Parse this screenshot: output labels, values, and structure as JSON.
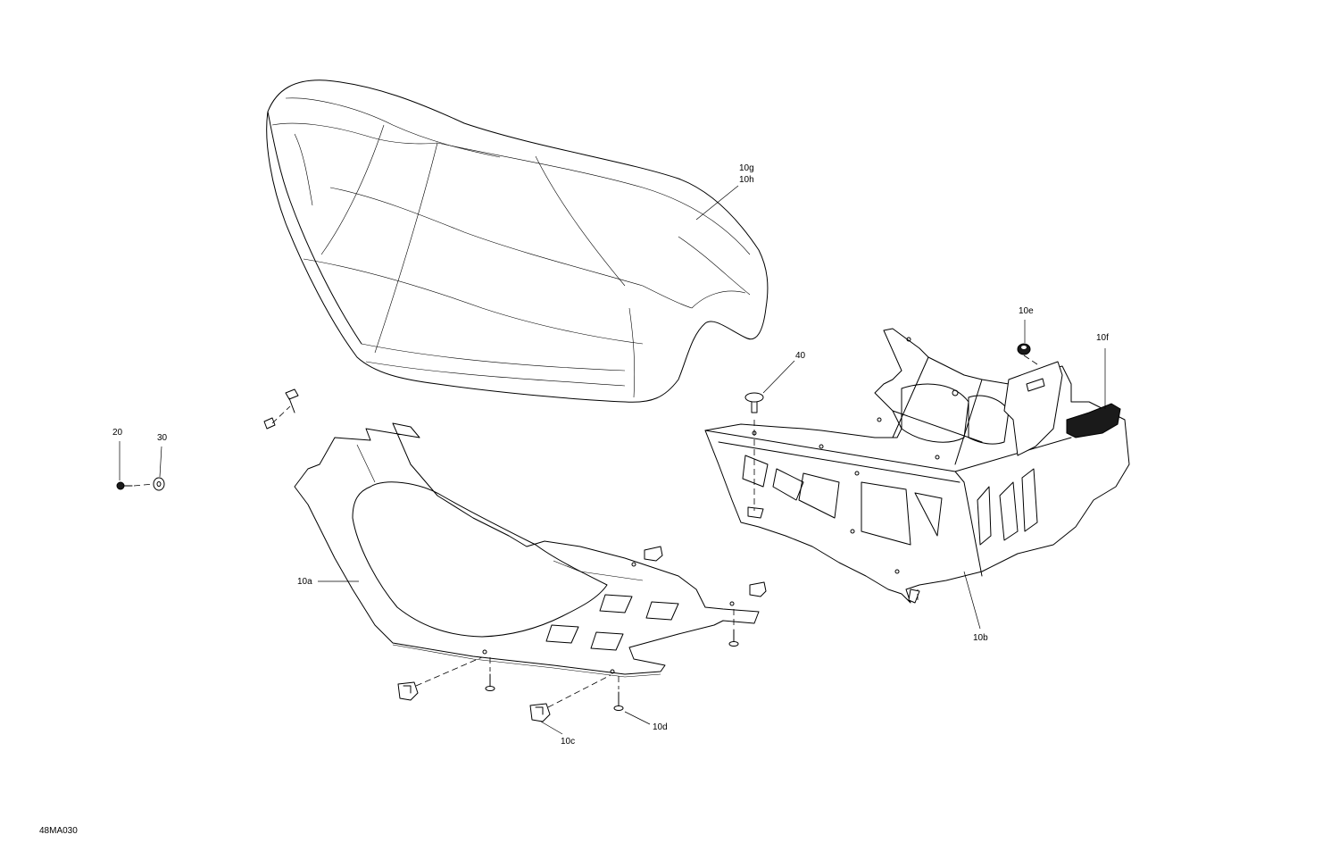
{
  "drawing_id": "48MA030",
  "callouts": {
    "c10g": "10g",
    "c10h": "10h",
    "c10e": "10e",
    "c10f": "10f",
    "c40": "40",
    "c20": "20",
    "c30": "30",
    "c10a": "10a",
    "c10b": "10b",
    "c10c": "10c",
    "c10d": "10d"
  }
}
